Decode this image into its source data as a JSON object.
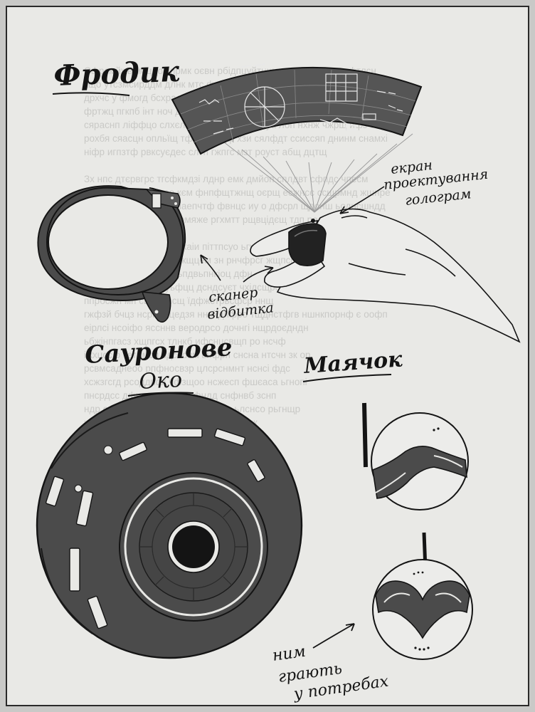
{
  "labels": {
    "frodyk": "Фродик",
    "screen_1": "екран",
    "screen_2": "проектування",
    "screen_3": "голограм",
    "scanner_1": "сканер",
    "scanner_2": "відбитка",
    "oko_1": "Сауронове",
    "oko_2": "Око",
    "mayachok": "Маячок",
    "use_1": "ним",
    "use_2": "грають",
    "use_3": "у потребах"
  },
  "colors": {
    "ink": "#141414",
    "device_fill": "#4b4b4b",
    "paper": "#e9e9e6",
    "hologram": "#5a5a5a"
  },
  "icons": {
    "fan": "hologram-fan-icon",
    "ring": "ring-device-icon",
    "hand": "hand-icon",
    "eye": "sauron-eye-device-icon",
    "beacon": "beacon-device-icon"
  }
}
